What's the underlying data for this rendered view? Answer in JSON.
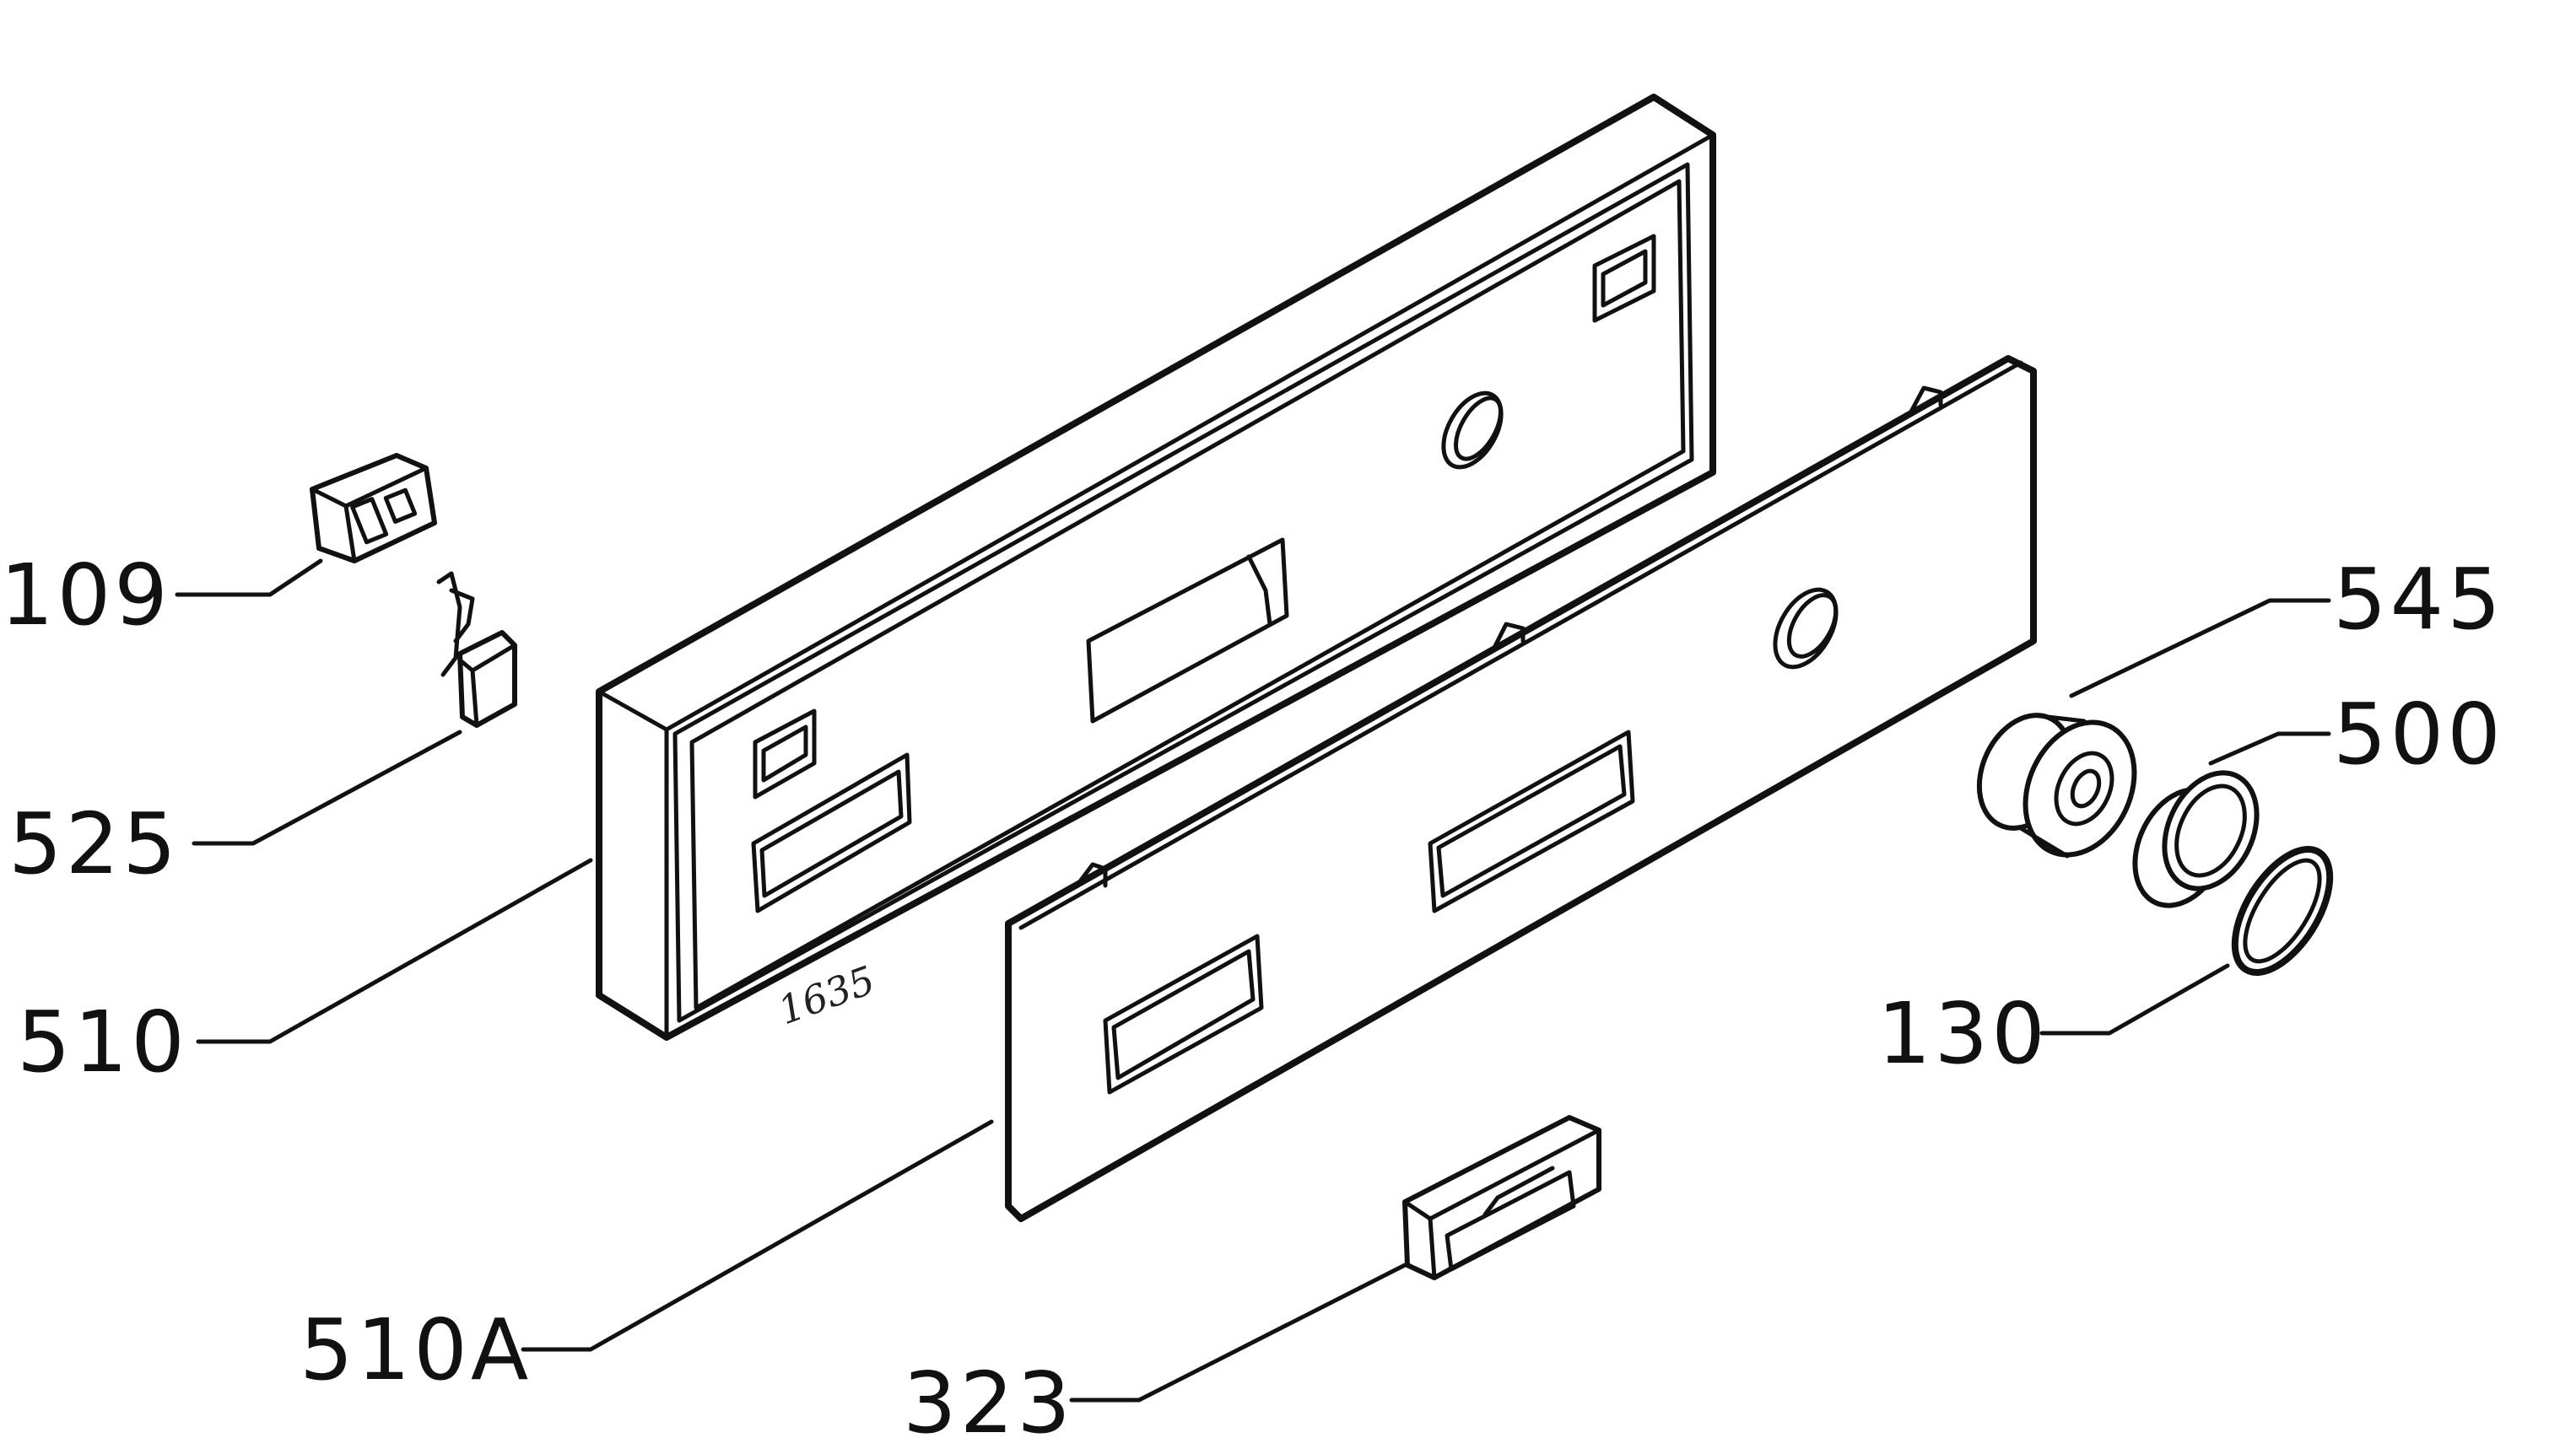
{
  "diagram": {
    "handwritten_note": "1635",
    "parts": [
      {
        "id": "109",
        "label": "109"
      },
      {
        "id": "525",
        "label": "525"
      },
      {
        "id": "510",
        "label": "510"
      },
      {
        "id": "510a",
        "label": "510A"
      },
      {
        "id": "323",
        "label": "323"
      },
      {
        "id": "545",
        "label": "545"
      },
      {
        "id": "500",
        "label": "500"
      },
      {
        "id": "130",
        "label": "130"
      }
    ]
  }
}
